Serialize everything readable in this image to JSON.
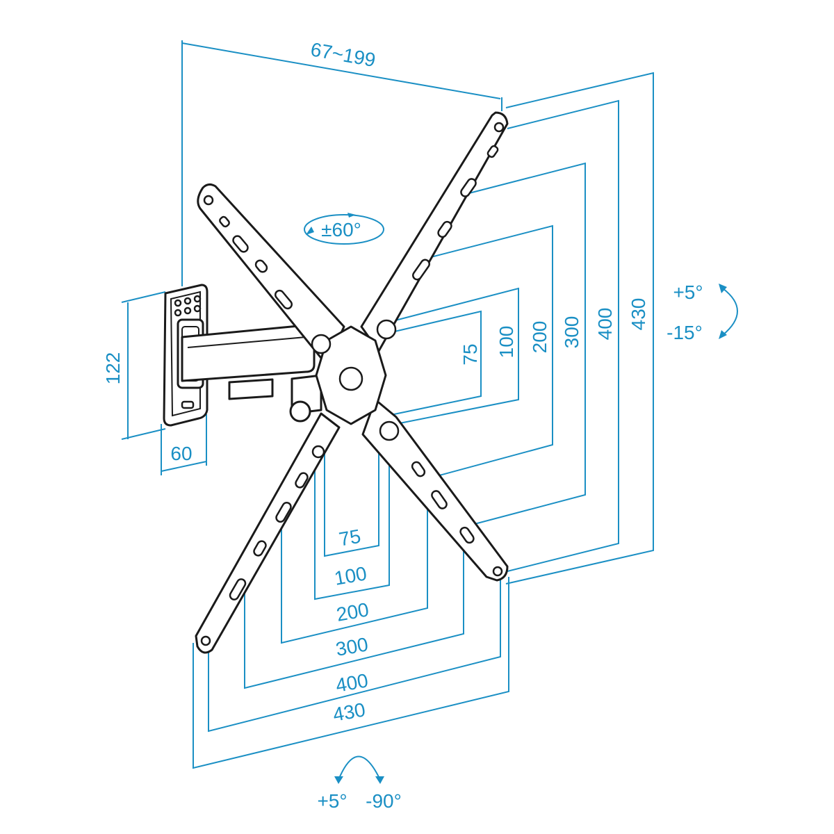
{
  "colors": {
    "dimension": "#1a8fc4",
    "outline": "#1a1a1a",
    "background": "#ffffff"
  },
  "labels": {
    "arm_extension": "67~199",
    "swivel": "±60°",
    "tilt_up": "+5°",
    "tilt_down": "-15°",
    "swivel_left": "+5°",
    "swivel_right": "-90°",
    "wall_plate_height": "122",
    "wall_plate_width": "60"
  },
  "vertical_vesa": [
    "75",
    "100",
    "200",
    "300",
    "400",
    "430"
  ],
  "horizontal_vesa": [
    "75",
    "100",
    "200",
    "300",
    "400",
    "430"
  ]
}
